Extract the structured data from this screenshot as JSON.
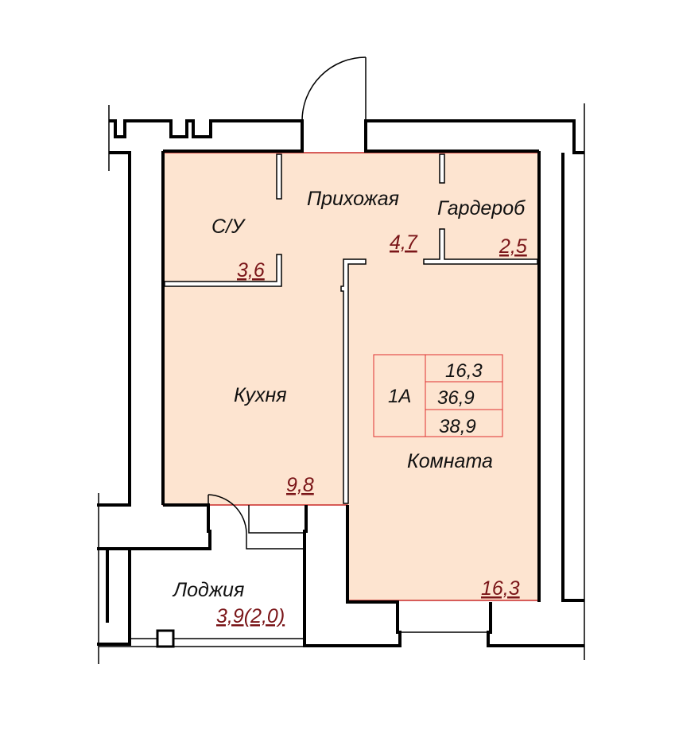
{
  "colors": {
    "floor_fill": "#fde4d0",
    "area_text": "#7a1518",
    "outline_red": "#c00000"
  },
  "apartment": {
    "id": "1А",
    "areas": [
      "16,3",
      "36,9",
      "38,9"
    ]
  },
  "rooms": {
    "bathroom": {
      "name": "С/У",
      "area": "3,6"
    },
    "hallway": {
      "name": "Прихожая",
      "area": "4,7"
    },
    "wardrobe": {
      "name": "Гардероб",
      "area": "2,5"
    },
    "kitchen": {
      "name": "Кухня",
      "area": "9,8"
    },
    "living_room": {
      "name": "Комната",
      "area": "16,3"
    },
    "loggia": {
      "name": "Лоджия",
      "area": "3,9(2,0)"
    }
  }
}
